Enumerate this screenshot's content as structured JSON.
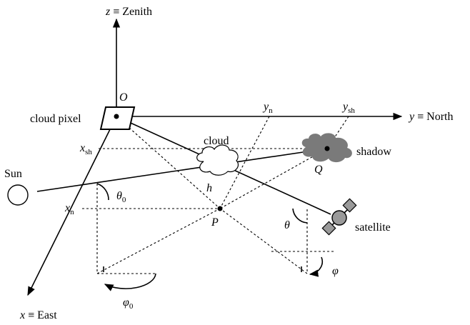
{
  "axes": {
    "z": {
      "var": "z",
      "rest": " ≡ Zenith"
    },
    "y": {
      "var": "y",
      "rest": " ≡ North"
    },
    "x": {
      "var": "x",
      "rest": " ≡ East"
    }
  },
  "points": {
    "origin": "O",
    "cloud_point": "P",
    "shadow_point": "Q"
  },
  "labels": {
    "cloud_pixel": "cloud pixel",
    "cloud": "cloud",
    "shadow": "shadow",
    "sun": "Sun",
    "satellite": "satellite",
    "height": "h"
  },
  "ticks": {
    "x_sh": {
      "main": "x",
      "sub": "sh"
    },
    "x_n": {
      "main": "x",
      "sub": "n"
    },
    "y_n": {
      "main": "y",
      "sub": "n"
    },
    "y_sh": {
      "main": "y",
      "sub": "sh"
    }
  },
  "angles": {
    "theta0": {
      "main": "θ",
      "sub": "0"
    },
    "theta": {
      "main": "θ"
    },
    "phi0": {
      "main": "φ",
      "sub": "0"
    },
    "phi": {
      "main": "φ"
    }
  },
  "colors": {
    "shadow_fill": "#7a7a7a",
    "satellite_fill": "#9a9a9a",
    "line": "#000000"
  }
}
